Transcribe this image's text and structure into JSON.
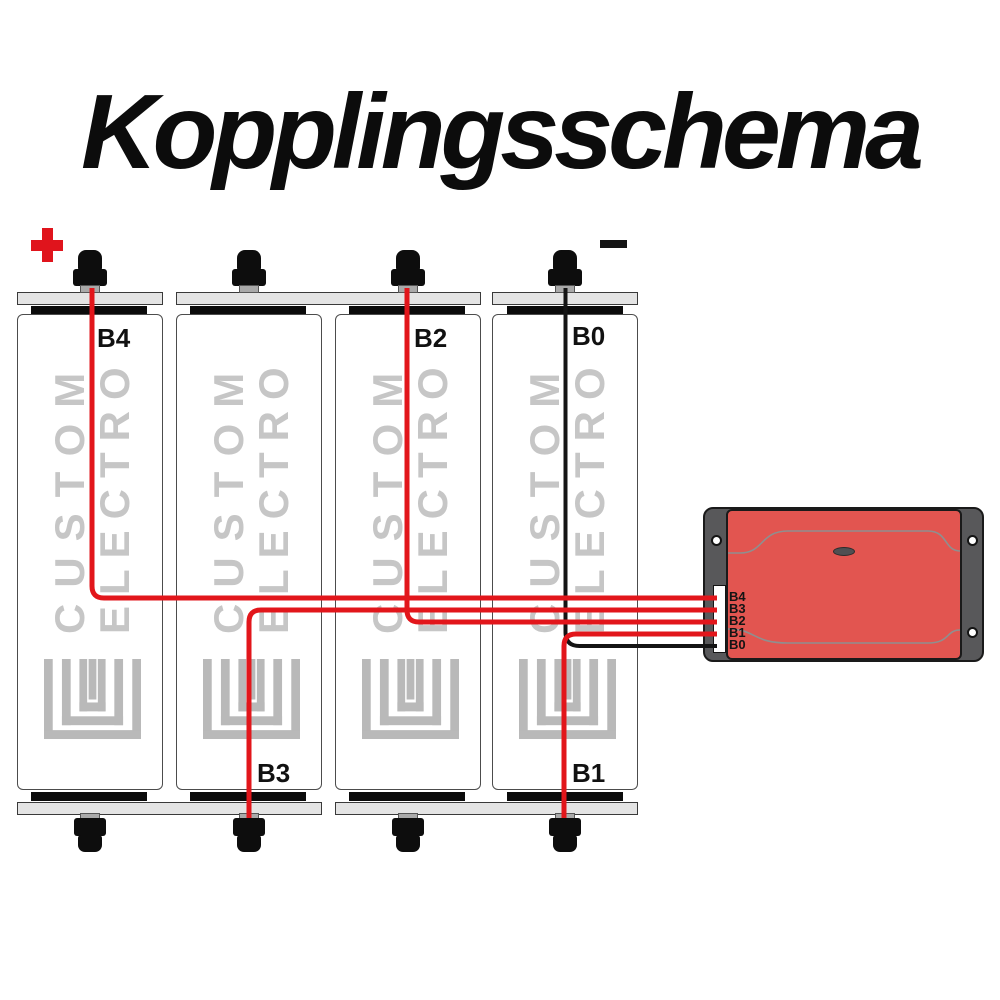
{
  "title": "Kopplingsschema",
  "polarity": {
    "positive": "+",
    "negative": "−"
  },
  "batteries": {
    "brand": {
      "line1": "CUSTOM",
      "line2": "ELECTRO"
    },
    "cells": [
      {
        "name": "battery-1",
        "top_label": "B4"
      },
      {
        "name": "battery-2",
        "bottom_label": "B3"
      },
      {
        "name": "battery-3",
        "top_label": "B2"
      },
      {
        "name": "battery-4",
        "top_label": "B0",
        "bottom_label": "B1"
      }
    ]
  },
  "bms": {
    "pins": [
      "B4",
      "B3",
      "B2",
      "B1",
      "B0"
    ]
  },
  "connections": [
    {
      "pin": "B4",
      "connects_to": "battery-1 top terminal (positive)",
      "wire_color": "red"
    },
    {
      "pin": "B3",
      "connects_to": "battery-2 bottom terminal",
      "wire_color": "red"
    },
    {
      "pin": "B2",
      "connects_to": "battery-3 top terminal",
      "wire_color": "red"
    },
    {
      "pin": "B1",
      "connects_to": "battery-4 bottom terminal",
      "wire_color": "red"
    },
    {
      "pin": "B0",
      "connects_to": "battery-4 top terminal (negative)",
      "wire_color": "black"
    }
  ],
  "colors": {
    "wire_red": "#e2161b",
    "wire_black": "#141414",
    "positive_red": "#e0141c",
    "negative_black": "#141414",
    "bms_body": "#58585a",
    "bms_panel": "#e25550",
    "brand_gray": "#c6c6c6",
    "logo_gray": "#b9b9b9"
  }
}
